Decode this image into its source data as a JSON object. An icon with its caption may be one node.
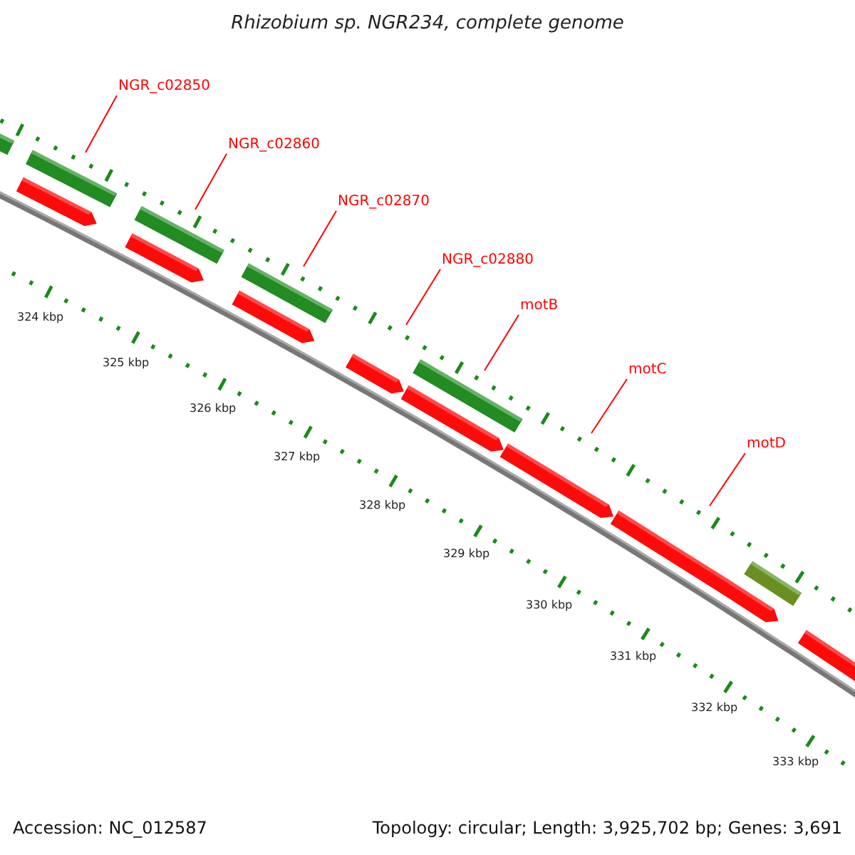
{
  "diagram": {
    "title": "Rhizobium sp. NGR234, complete genome",
    "nodes": [
      {
        "text": [
          "NGR_c02850"
        ]
      },
      {
        "text": [
          "NGR_c02860"
        ]
      },
      {
        "text": [
          "NGR_c02870"
        ]
      },
      {
        "text": [
          "NGR_c02880"
        ]
      },
      {
        "text": [
          "motB"
        ]
      },
      {
        "text": [
          "motC"
        ]
      },
      {
        "text": [
          "motD"
        ]
      }
    ],
    "edges": [
      {
        "from": 0,
        "to": null,
        "arrow": "none"
      },
      {
        "from": 1,
        "to": null,
        "arrow": "none"
      },
      {
        "from": 2,
        "to": null,
        "arrow": "none"
      },
      {
        "from": 3,
        "to": null,
        "arrow": "none"
      },
      {
        "from": 4,
        "to": null,
        "arrow": "none"
      },
      {
        "from": 5,
        "to": null,
        "arrow": "none"
      },
      {
        "from": 6,
        "to": null,
        "arrow": "none"
      }
    ],
    "labels": [
      "324 kbp",
      "325 kbp",
      "326 kbp",
      "327 kbp",
      "328 kbp",
      "329 kbp",
      "330 kbp",
      "331 kbp",
      "332 kbp",
      "333 kbp",
      "Accession: NC_012587",
      "Topology: circular; Length: 3,925,702 bp; Genes: 3,691"
    ]
  }
}
